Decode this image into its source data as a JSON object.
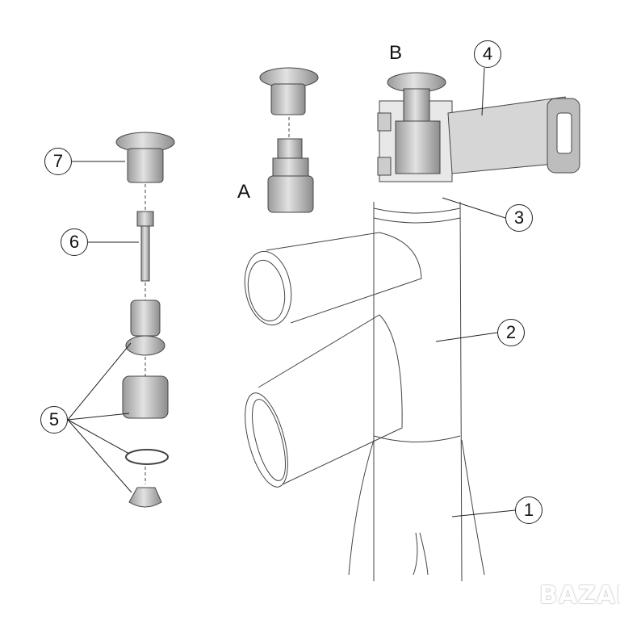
{
  "callouts": {
    "c1": "1",
    "c2": "2",
    "c3": "3",
    "c4": "4",
    "c5": "5",
    "c6": "6",
    "c7": "7"
  },
  "letters": {
    "a": "A",
    "b": "B"
  },
  "watermark": "BAZAR",
  "colors": {
    "part_fill": "#c8c8c8",
    "part_dark": "#8a8a8a",
    "line": "#333333"
  }
}
